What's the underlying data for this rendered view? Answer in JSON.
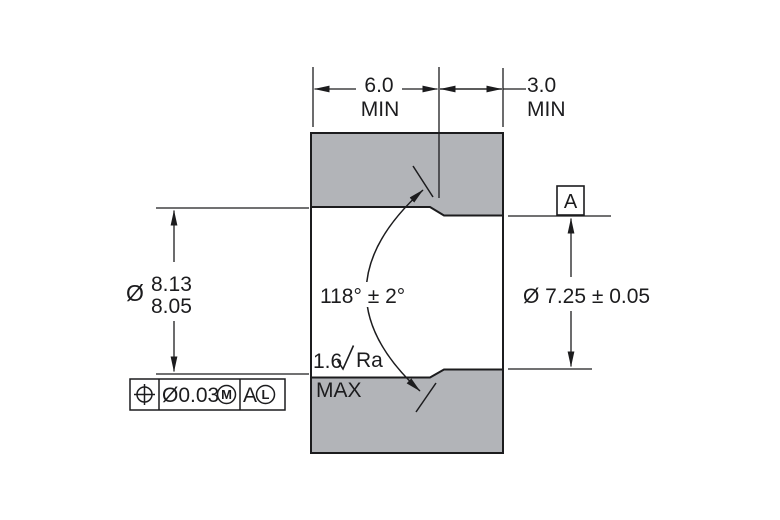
{
  "colors": {
    "part_fill": "#b2b4b8",
    "line": "#1c1c1e",
    "background": "#ffffff"
  },
  "dimensions": {
    "counterbore_depth": {
      "value": "6.0",
      "qualifier": "MIN"
    },
    "pilot_depth": {
      "value": "3.0",
      "qualifier": "MIN"
    },
    "counterbore_diameter": {
      "symbol": "Ø",
      "upper_limit": "8.13",
      "lower_limit": "8.05"
    },
    "hole_diameter": {
      "text": "Ø 7.25 ± 0.05"
    },
    "drill_point_angle": {
      "text": "118° ± 2°"
    },
    "surface_finish": {
      "value": "1.6",
      "parameter": "Ra",
      "qualifier": "MAX"
    }
  },
  "feature_control_frame": {
    "characteristic": "position",
    "tolerance": "Ø0.03",
    "material_modifier": "M",
    "datum_reference": "A",
    "datum_modifier": "L"
  },
  "datum_flag": {
    "label": "A"
  }
}
